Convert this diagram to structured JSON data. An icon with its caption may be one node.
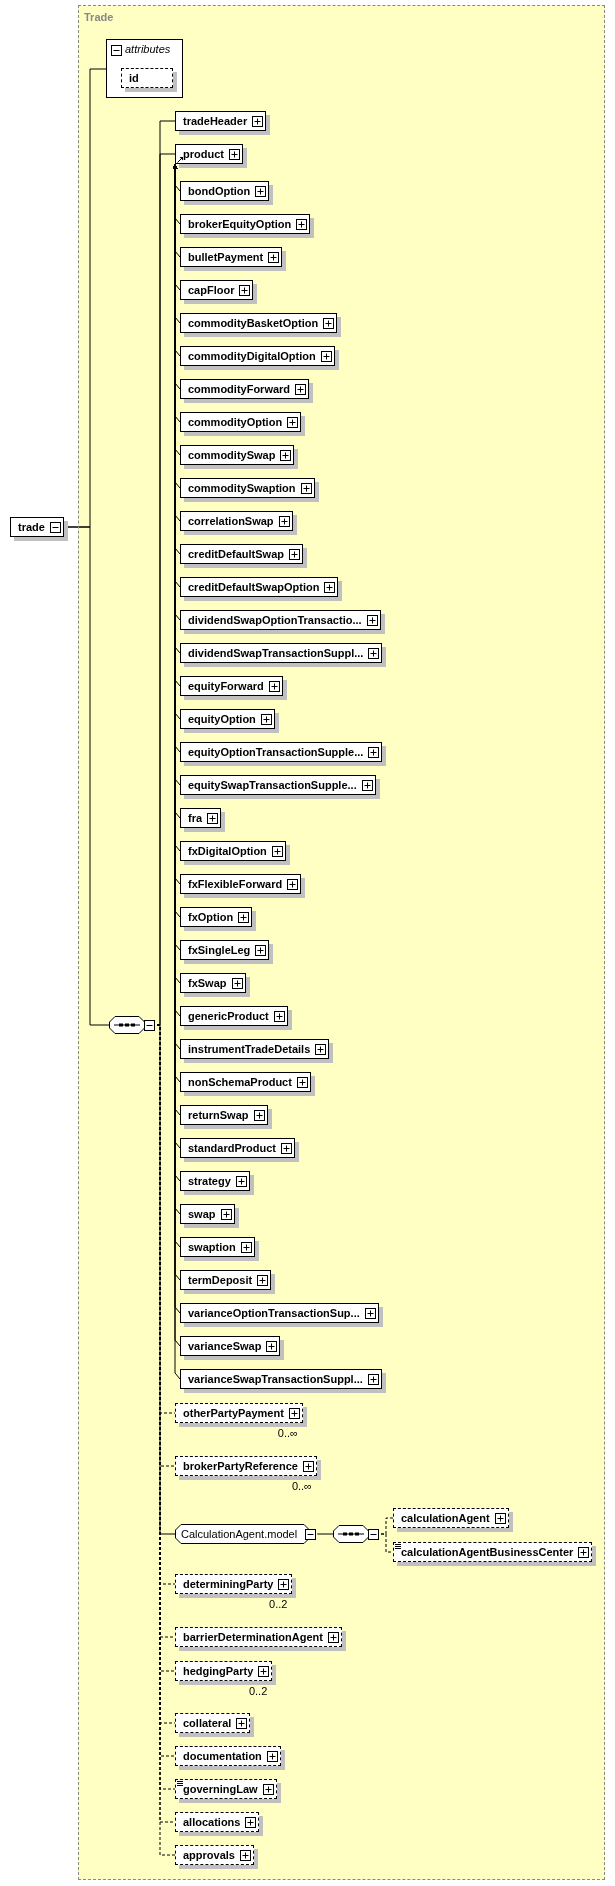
{
  "diagram": {
    "nodes": [
      {
        "text": [
          "trade"
        ]
      },
      {
        "text": [
          "Trade"
        ]
      },
      {
        "text": [
          "attributes"
        ],
        "in": 1
      },
      {
        "text": [
          "id"
        ],
        "in": 2
      },
      {
        "text": [],
        "shape": "octagon",
        "in": 1
      },
      {
        "text": [
          "tradeHeader"
        ],
        "in": 1
      },
      {
        "text": [
          "product"
        ],
        "in": 1
      },
      {
        "text": [
          "bondOption"
        ],
        "in": 1
      },
      {
        "text": [
          "brokerEquityOption"
        ],
        "in": 1
      },
      {
        "text": [
          "bulletPayment"
        ],
        "in": 1
      },
      {
        "text": [
          "capFloor"
        ],
        "in": 1
      },
      {
        "text": [
          "commodityBasketOption"
        ],
        "in": 1
      },
      {
        "text": [
          "commodityDigitalOption"
        ],
        "in": 1
      },
      {
        "text": [
          "commodityForward"
        ],
        "in": 1
      },
      {
        "text": [
          "commodityOption"
        ],
        "in": 1
      },
      {
        "text": [
          "commoditySwap"
        ],
        "in": 1
      },
      {
        "text": [
          "commoditySwaption"
        ],
        "in": 1
      },
      {
        "text": [
          "correlationSwap"
        ],
        "in": 1
      },
      {
        "text": [
          "creditDefaultSwap"
        ],
        "in": 1
      },
      {
        "text": [
          "creditDefaultSwapOption"
        ],
        "in": 1
      },
      {
        "text": [
          "dividendSwapOptionTransactio..."
        ],
        "in": 1
      },
      {
        "text": [
          "dividendSwapTransactionSuppl..."
        ],
        "in": 1
      },
      {
        "text": [
          "equityForward"
        ],
        "in": 1
      },
      {
        "text": [
          "equityOption"
        ],
        "in": 1
      },
      {
        "text": [
          "equityOptionTransactionSupple..."
        ],
        "in": 1
      },
      {
        "text": [
          "equitySwapTransactionSupple..."
        ],
        "in": 1
      },
      {
        "text": [
          "fra"
        ],
        "in": 1
      },
      {
        "text": [
          "fxDigitalOption"
        ],
        "in": 1
      },
      {
        "text": [
          "fxFlexibleForward"
        ],
        "in": 1
      },
      {
        "text": [
          "fxOption"
        ],
        "in": 1
      },
      {
        "text": [
          "fxSingleLeg"
        ],
        "in": 1
      },
      {
        "text": [
          "fxSwap"
        ],
        "in": 1
      },
      {
        "text": [
          "genericProduct"
        ],
        "in": 1
      },
      {
        "text": [
          "instrumentTradeDetails"
        ],
        "in": 1
      },
      {
        "text": [
          "nonSchemaProduct"
        ],
        "in": 1
      },
      {
        "text": [
          "returnSwap"
        ],
        "in": 1
      },
      {
        "text": [
          "standardProduct"
        ],
        "in": 1
      },
      {
        "text": [
          "strategy"
        ],
        "in": 1
      },
      {
        "text": [
          "swap"
        ],
        "in": 1
      },
      {
        "text": [
          "swaption"
        ],
        "in": 1
      },
      {
        "text": [
          "termDeposit"
        ],
        "in": 1
      },
      {
        "text": [
          "varianceOptionTransactionSup..."
        ],
        "in": 1
      },
      {
        "text": [
          "varianceSwap"
        ],
        "in": 1
      },
      {
        "text": [
          "varianceSwapTransactionSuppl..."
        ],
        "in": 1
      },
      {
        "text": [
          "otherPartyPayment"
        ],
        "in": 1,
        "beside": [
          "0..∞"
        ]
      },
      {
        "text": [
          "brokerPartyReference"
        ],
        "in": 1,
        "beside": [
          "0..∞"
        ]
      },
      {
        "text": [
          "CalculationAgent.model"
        ],
        "in": 1
      },
      {
        "text": [],
        "shape": "octagon",
        "in": 1
      },
      {
        "text": [
          "calculationAgent"
        ],
        "in": 1
      },
      {
        "text": [
          "calculationAgentBusinessCenter"
        ],
        "in": 1
      },
      {
        "text": [
          "determiningParty"
        ],
        "in": 1,
        "beside": [
          "0..2"
        ]
      },
      {
        "text": [
          "barrierDeterminationAgent"
        ],
        "in": 1
      },
      {
        "text": [
          "hedgingParty"
        ],
        "in": 1,
        "beside": [
          "0..2"
        ]
      },
      {
        "text": [
          "collateral"
        ],
        "in": 1
      },
      {
        "text": [
          "documentation"
        ],
        "in": 1
      },
      {
        "text": [
          "governingLaw"
        ],
        "in": 1
      },
      {
        "text": [
          "allocations"
        ],
        "in": 1
      },
      {
        "text": [
          "approvals"
        ],
        "in": 1
      }
    ],
    "edges": [
      {
        "from": 0,
        "to": 2,
        "arrow": "none"
      },
      {
        "from": 0,
        "to": 4,
        "arrow": "none"
      },
      {
        "from": 4,
        "to": 5,
        "arrow": "none"
      },
      {
        "from": 4,
        "to": 6,
        "arrow": "none"
      },
      {
        "from": 7,
        "to": 6,
        "arrow": "to"
      },
      {
        "from": 8,
        "to": 6,
        "arrow": "to"
      },
      {
        "from": 9,
        "to": 6,
        "arrow": "to"
      },
      {
        "from": 10,
        "to": 6,
        "arrow": "to"
      },
      {
        "from": 11,
        "to": 6,
        "arrow": "to"
      },
      {
        "from": 12,
        "to": 6,
        "arrow": "to"
      },
      {
        "from": 13,
        "to": 6,
        "arrow": "to"
      },
      {
        "from": 14,
        "to": 6,
        "arrow": "to"
      },
      {
        "from": 15,
        "to": 6,
        "arrow": "to"
      },
      {
        "from": 16,
        "to": 6,
        "arrow": "to"
      },
      {
        "from": 17,
        "to": 6,
        "arrow": "to"
      },
      {
        "from": 18,
        "to": 6,
        "arrow": "to"
      },
      {
        "from": 19,
        "to": 6,
        "arrow": "to"
      },
      {
        "from": 20,
        "to": 6,
        "arrow": "to"
      },
      {
        "from": 21,
        "to": 6,
        "arrow": "to"
      },
      {
        "from": 22,
        "to": 6,
        "arrow": "to"
      },
      {
        "from": 23,
        "to": 6,
        "arrow": "to"
      },
      {
        "from": 24,
        "to": 6,
        "arrow": "to"
      },
      {
        "from": 25,
        "to": 6,
        "arrow": "to"
      },
      {
        "from": 26,
        "to": 6,
        "arrow": "to"
      },
      {
        "from": 27,
        "to": 6,
        "arrow": "to"
      },
      {
        "from": 28,
        "to": 6,
        "arrow": "to"
      },
      {
        "from": 29,
        "to": 6,
        "arrow": "to"
      },
      {
        "from": 30,
        "to": 6,
        "arrow": "to"
      },
      {
        "from": 31,
        "to": 6,
        "arrow": "to"
      },
      {
        "from": 32,
        "to": 6,
        "arrow": "to"
      },
      {
        "from": 33,
        "to": 6,
        "arrow": "to"
      },
      {
        "from": 34,
        "to": 6,
        "arrow": "to"
      },
      {
        "from": 35,
        "to": 6,
        "arrow": "to"
      },
      {
        "from": 36,
        "to": 6,
        "arrow": "to"
      },
      {
        "from": 37,
        "to": 6,
        "arrow": "to"
      },
      {
        "from": 38,
        "to": 6,
        "arrow": "to"
      },
      {
        "from": 39,
        "to": 6,
        "arrow": "to"
      },
      {
        "from": 40,
        "to": 6,
        "arrow": "to"
      },
      {
        "from": 41,
        "to": 6,
        "arrow": "to"
      },
      {
        "from": 42,
        "to": 6,
        "arrow": "to"
      },
      {
        "from": 43,
        "to": 6,
        "arrow": "to"
      },
      {
        "from": 4,
        "to": 44,
        "arrow": "none",
        "style": "dashed"
      },
      {
        "from": 4,
        "to": 45,
        "arrow": "none",
        "style": "dashed"
      },
      {
        "from": 4,
        "to": 46,
        "arrow": "none"
      },
      {
        "from": 46,
        "to": 47,
        "arrow": "none"
      },
      {
        "from": 47,
        "to": 48,
        "arrow": "none",
        "style": "dashed"
      },
      {
        "from": 47,
        "to": 49,
        "arrow": "none",
        "style": "dashed"
      },
      {
        "from": 4,
        "to": 50,
        "arrow": "none",
        "style": "dashed"
      },
      {
        "from": 4,
        "to": 51,
        "arrow": "none",
        "style": "dashed"
      },
      {
        "from": 4,
        "to": 52,
        "arrow": "none",
        "style": "dashed"
      },
      {
        "from": 4,
        "to": 53,
        "arrow": "none",
        "style": "dashed"
      },
      {
        "from": 4,
        "to": 54,
        "arrow": "none",
        "style": "dashed"
      },
      {
        "from": 4,
        "to": 55,
        "arrow": "none",
        "style": "dashed"
      },
      {
        "from": 4,
        "to": 56,
        "arrow": "none",
        "style": "dashed"
      },
      {
        "from": 4,
        "to": 57,
        "arrow": "none",
        "style": "dashed"
      }
    ]
  }
}
